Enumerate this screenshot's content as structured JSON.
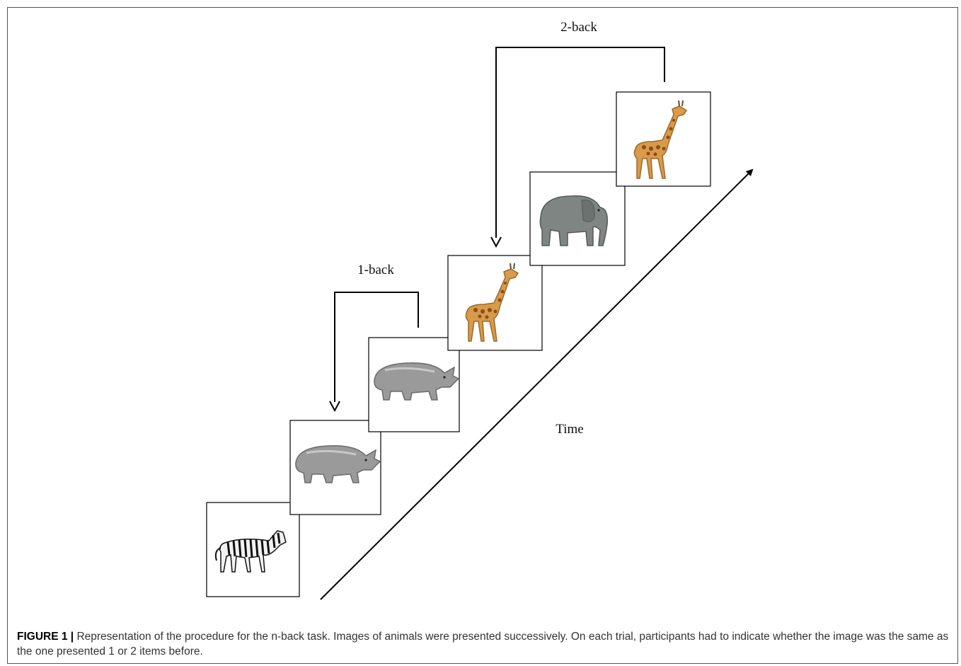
{
  "figure": {
    "labels": {
      "two_back": "2-back",
      "one_back": "1-back",
      "time": "Time"
    },
    "sequence": [
      {
        "animal": "zebra",
        "icon": "zebra-icon"
      },
      {
        "animal": "rhino",
        "icon": "rhino-icon"
      },
      {
        "animal": "rhino",
        "icon": "rhino-icon"
      },
      {
        "animal": "giraffe",
        "icon": "giraffe-icon"
      },
      {
        "animal": "elephant",
        "icon": "elephant-icon"
      },
      {
        "animal": "giraffe",
        "icon": "giraffe-icon"
      }
    ],
    "caption": {
      "label": "FIGURE 1 |",
      "text": " Representation of the procedure for the n-back task. Images of animals were presented successively. On each trial, participants had to indicate whether the image was the same as the one presented 1 or 2 items before."
    }
  }
}
